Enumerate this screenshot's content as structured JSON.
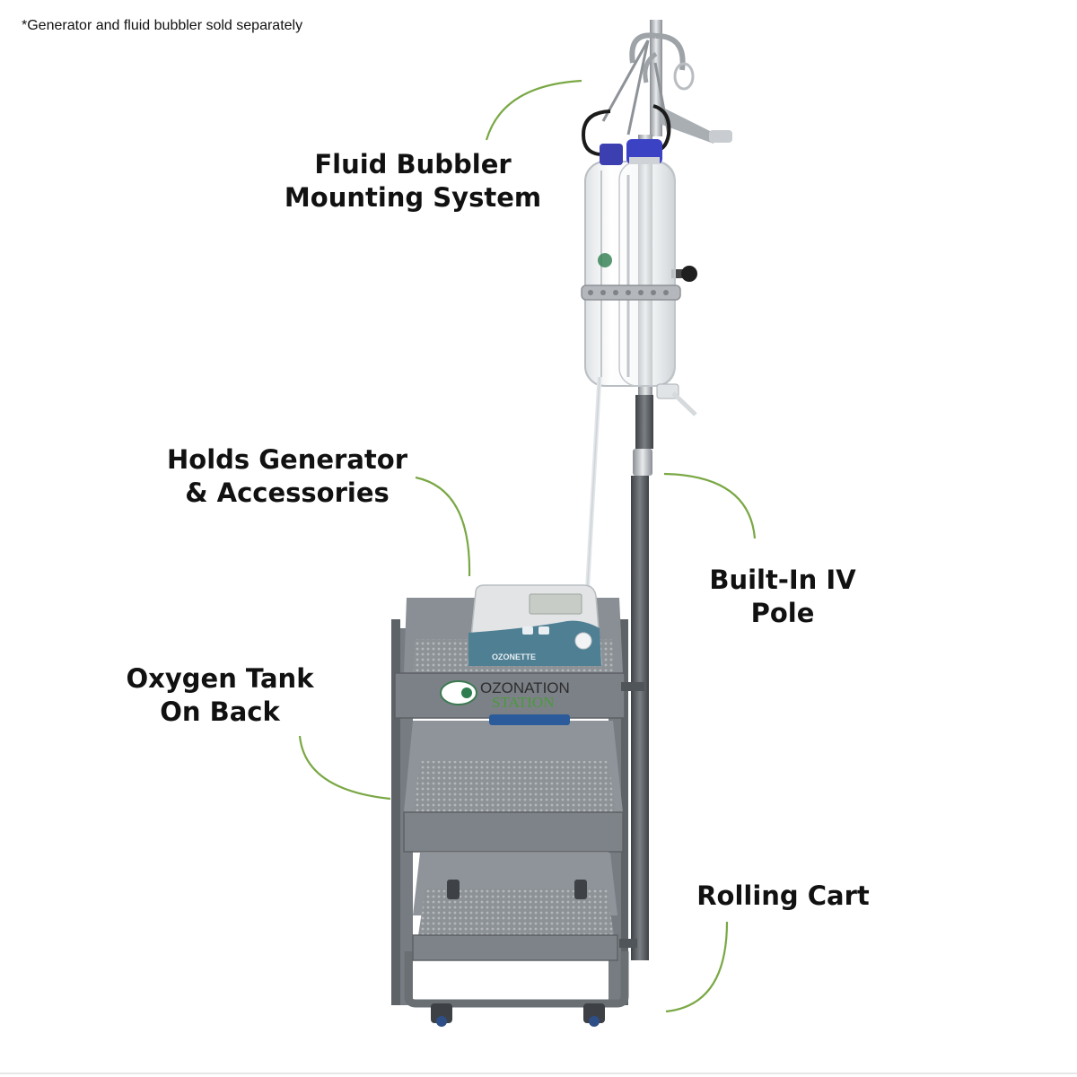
{
  "note": "*Generator and fluid bubbler sold separately",
  "labels": {
    "bubbler": [
      "Fluid Bubbler",
      "Mounting System"
    ],
    "generator": [
      "Holds Generator",
      "& Accessories"
    ],
    "pole": [
      "Built-In IV",
      "Pole"
    ],
    "oxygen": [
      "Oxygen Tank",
      "On Back"
    ],
    "cart": [
      "Rolling Cart"
    ]
  },
  "cart_sign": {
    "top": "OZONATION",
    "bottom": "STATION"
  },
  "generator_name": "OZONETTE",
  "colors": {
    "accent_curve": "#7aa845",
    "cart": "#6f747a",
    "cart_dark": "#4f5358",
    "pole": "#5b5f63",
    "generator_panel": "#4e7f93"
  }
}
